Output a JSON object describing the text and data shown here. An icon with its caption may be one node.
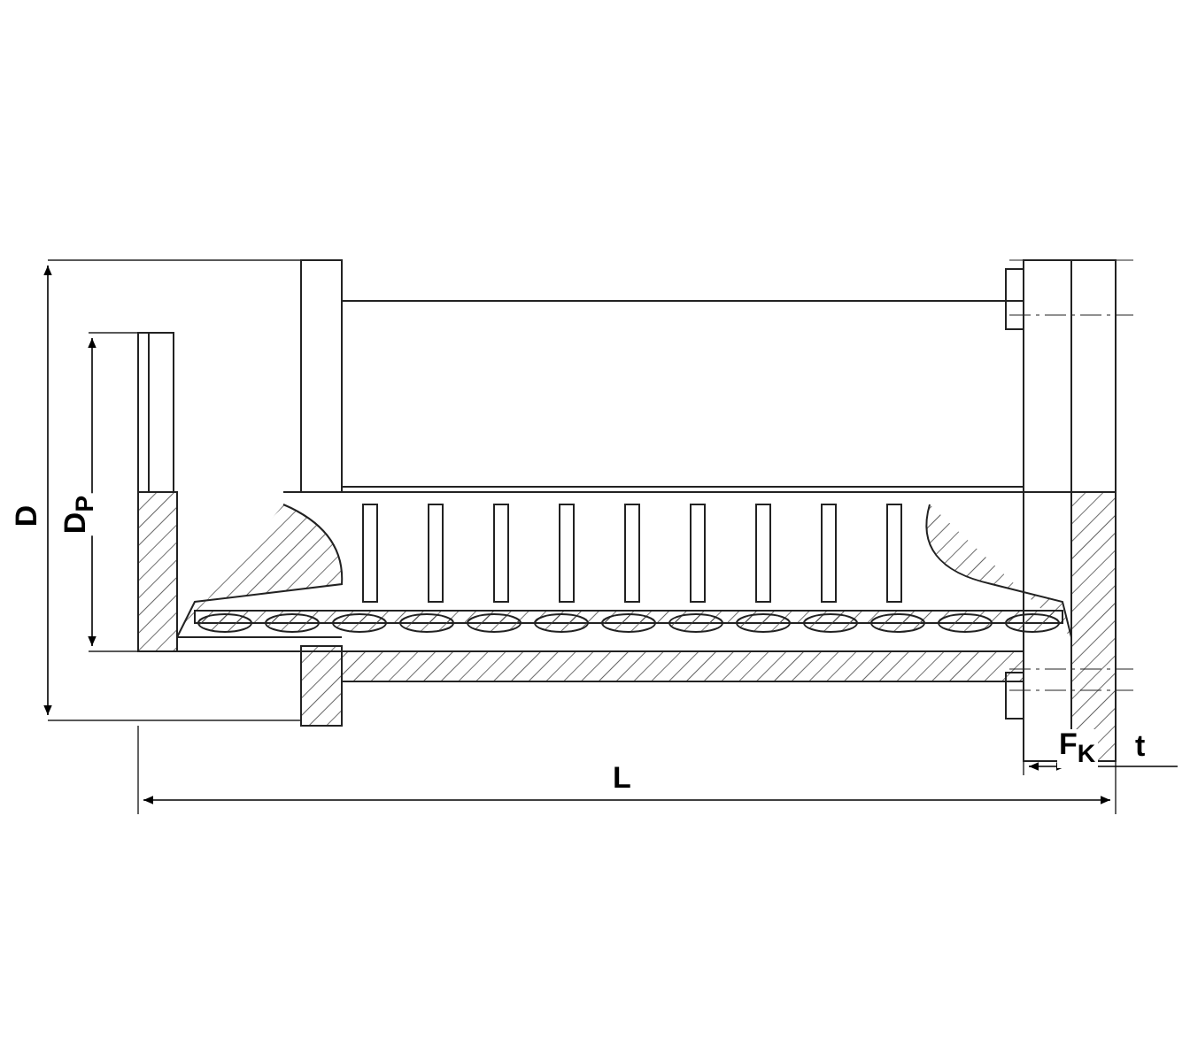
{
  "diagram": {
    "labels": [
      "D",
      "D$_{P}$",
      "L",
      "F$_{K}$",
      "t"
    ]
  }
}
